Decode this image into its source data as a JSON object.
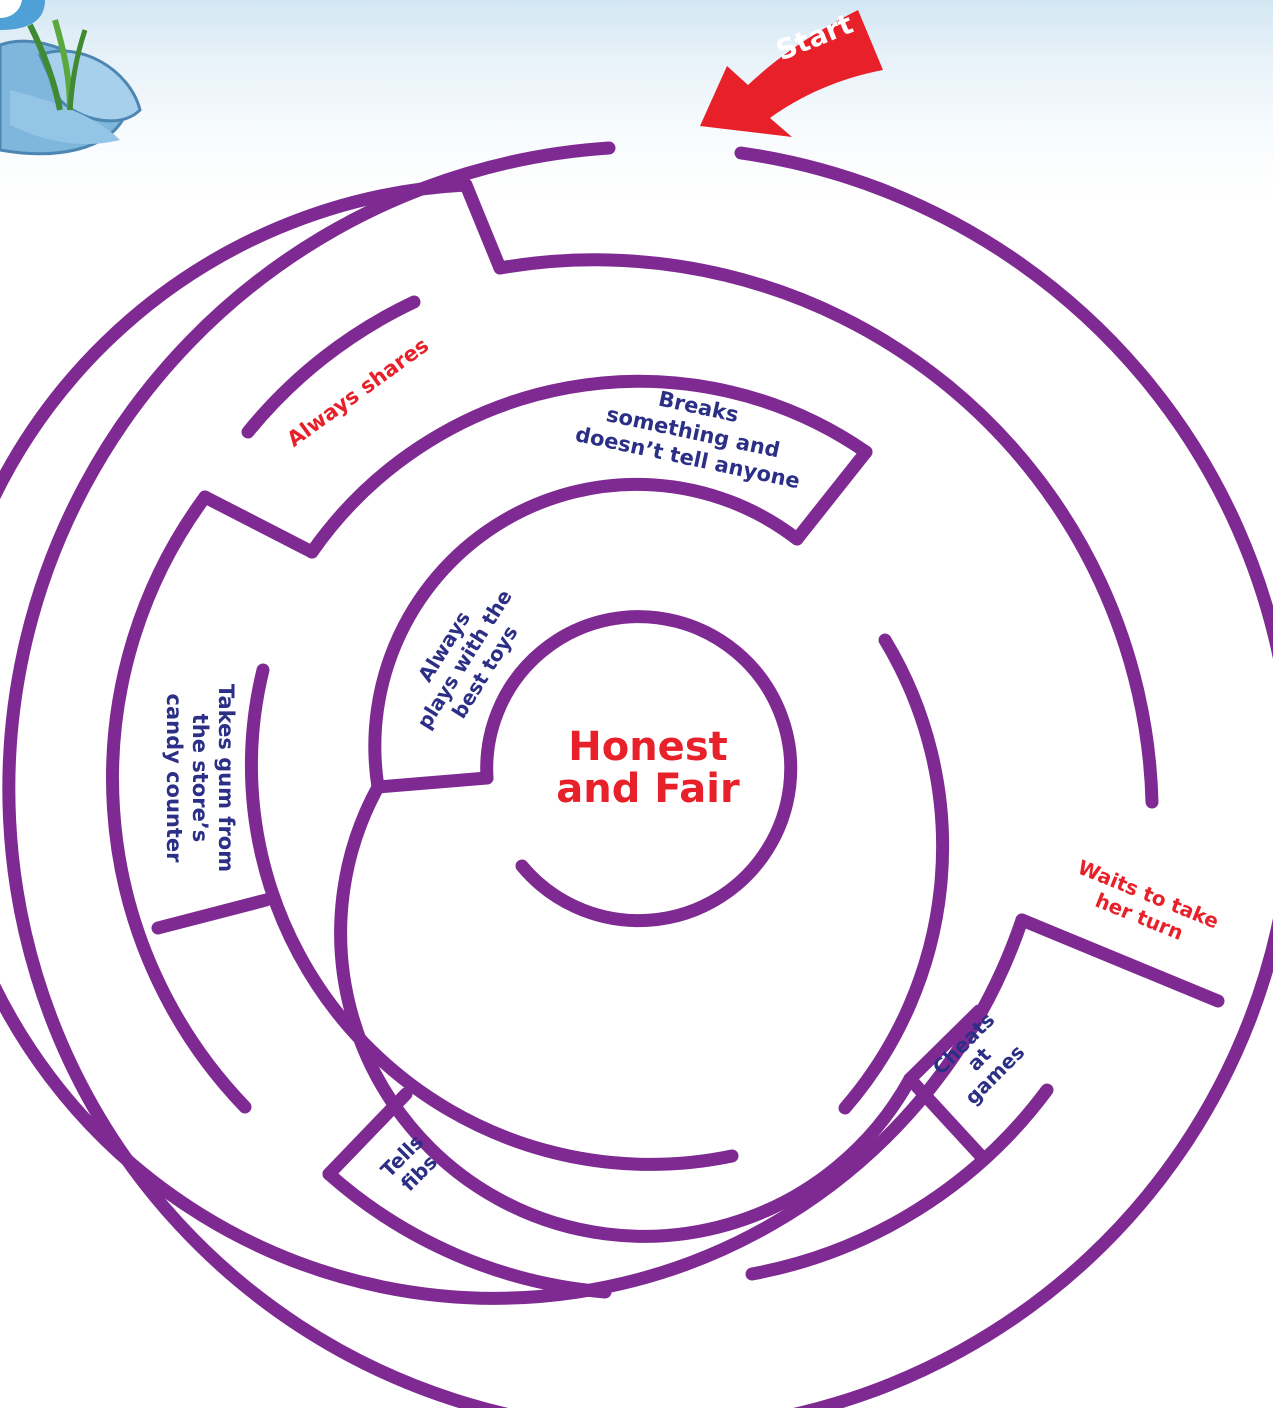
{
  "start_label": "Start",
  "goal": {
    "line1": "Honest",
    "line2": "and Fair"
  },
  "choices": {
    "always_shares": "Always shares",
    "breaks_something": [
      "Breaks",
      "something and",
      "doesn’t tell anyone"
    ],
    "always_plays_best_toys": [
      "Always",
      "plays with the",
      "best toys"
    ],
    "takes_gum": [
      "Takes gum from",
      "the store’s",
      "candy counter"
    ],
    "waits_turn": [
      "Waits to take",
      "her turn"
    ],
    "cheats_at_games": [
      "Cheats",
      "at",
      "games"
    ],
    "tells_fibs": [
      "Tells",
      "fibs"
    ]
  },
  "colors": {
    "wall": "#7e2a92",
    "good_choice": "#e8202a",
    "bad_choice": "#2c2f86",
    "arrow": "#e8202a"
  },
  "icons": {
    "mascot": "flower-mascot-icon",
    "arrow": "curved-start-arrow-icon"
  }
}
